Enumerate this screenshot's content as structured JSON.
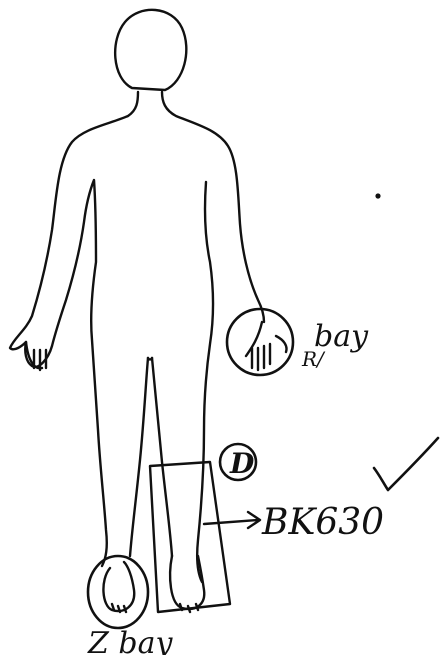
{
  "figure": {
    "description_free": true,
    "labels": {
      "right_hand": "bay",
      "right_hand_mark": "R/",
      "circle_letter": "D",
      "leg_code": "BK630",
      "foot": "Z bay"
    },
    "marks": {
      "check": "checkmark-icon",
      "arrow": "arrow-right-icon",
      "dot": "dot"
    },
    "ink_color": "#111111",
    "paper_color": "#ffffff"
  }
}
